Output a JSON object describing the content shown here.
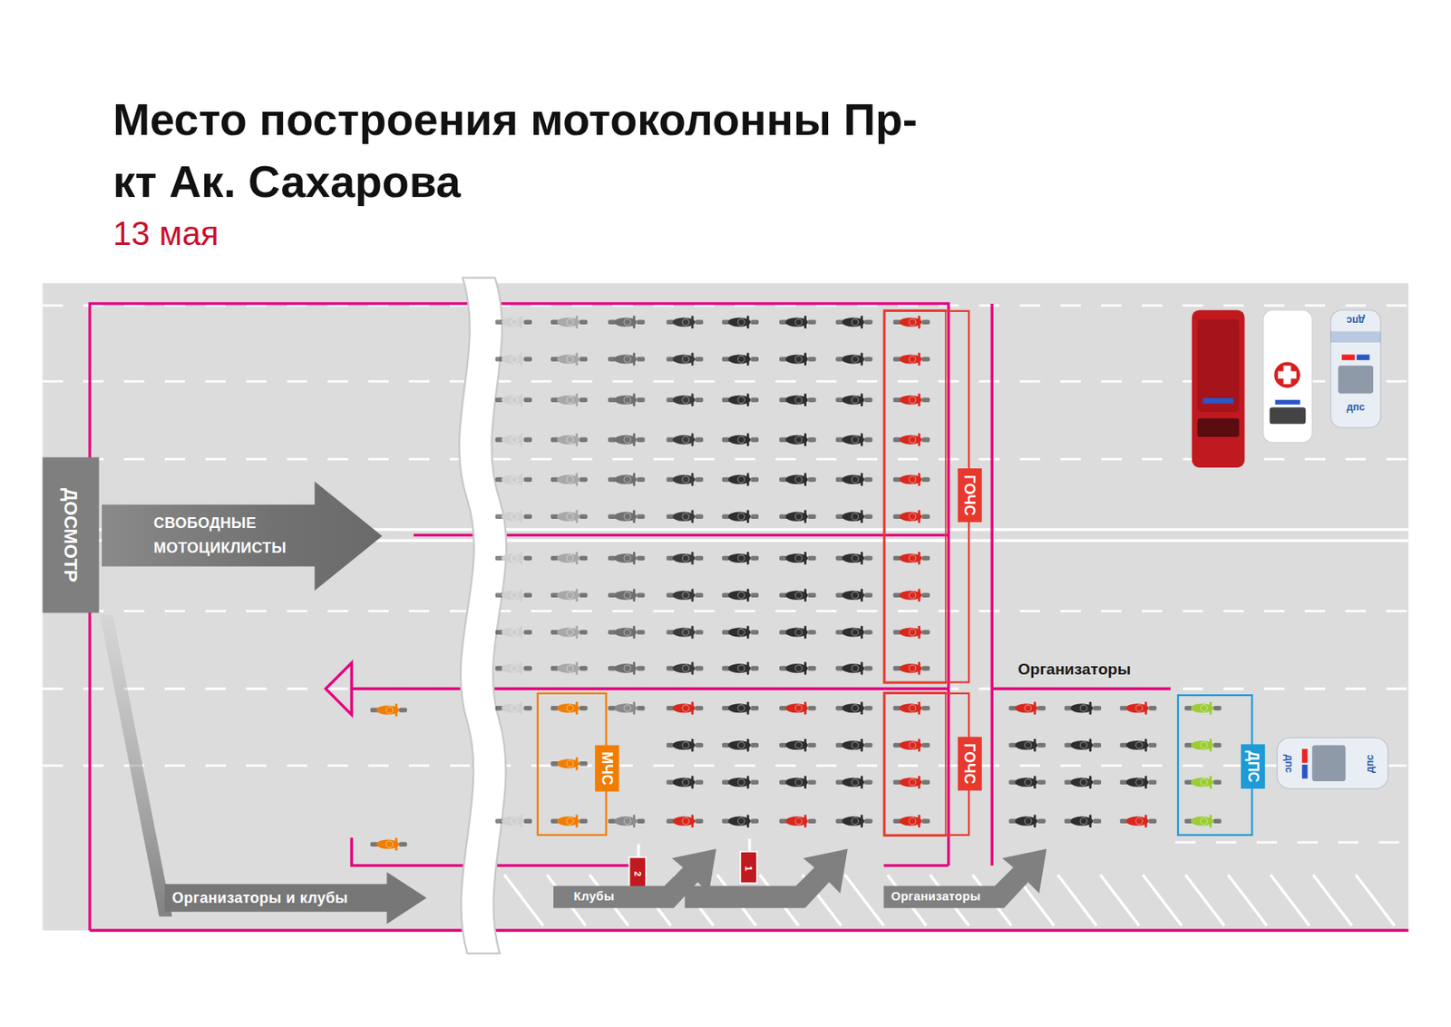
{
  "diagram": {
    "title": "Место построения мотоколонны Пр-кт Ак. Сахарова",
    "nodes": [
      {
        "text": [
          "ДОСМОТР"
        ]
      },
      {
        "text": [
          "СВОБОДНЫЕ МОТОЦИКЛИСТЫ"
        ]
      },
      {
        "text": [
          "ГОЧС"
        ]
      },
      {
        "text": [
          "МЧС"
        ]
      },
      {
        "text": [
          "ГОЧС"
        ]
      },
      {
        "text": [
          "ДПС"
        ]
      },
      {
        "text": [
          "Организаторы и клубы"
        ]
      },
      {
        "text": [
          "Клубы"
        ]
      },
      {
        "text": [
          "Организаторы"
        ]
      }
    ],
    "labels": [
      "13 мая",
      "Организаторы",
      "2",
      "1",
      "дпс",
      "дпс",
      "дпс",
      "дпс"
    ]
  }
}
